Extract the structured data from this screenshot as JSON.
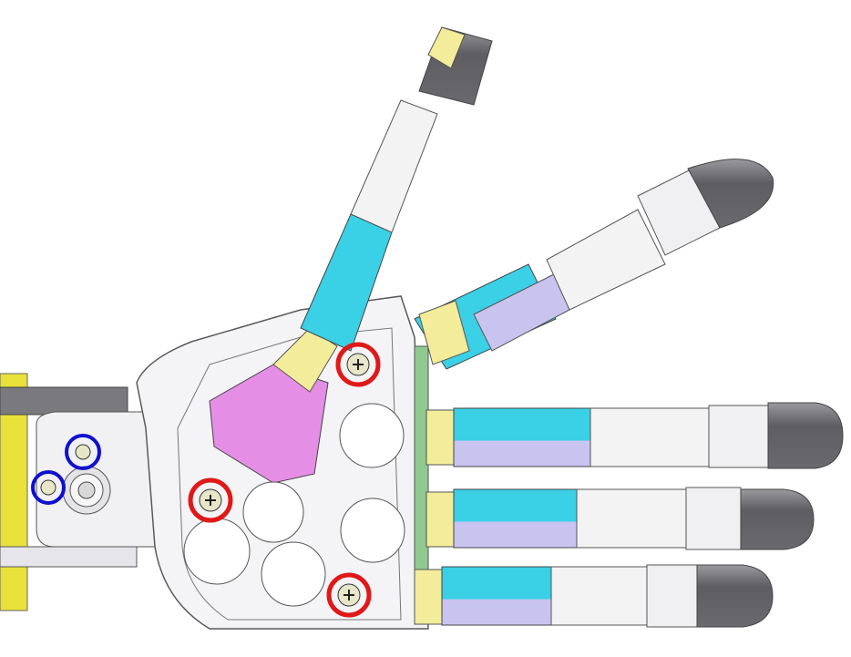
{
  "figure": {
    "subject": "robotic-hand-cad-model",
    "colors": {
      "background": "#ffffff",
      "palm": "#f4f4f6",
      "outline": "#5a5a5a",
      "cyan_link": "#3ad0e6",
      "lavender_link": "#c9c3ef",
      "yellow_joint": "#f3ec9a",
      "pink_block": "#e58ee6",
      "fingertip": "#6e6e72",
      "wrist_yellow": "#e8e23a",
      "green_plate": "#8fc98f"
    },
    "markers": {
      "red": {
        "color": "#e01818",
        "count": 3
      },
      "blue": {
        "color": "#1010d0",
        "count": 2
      }
    }
  }
}
